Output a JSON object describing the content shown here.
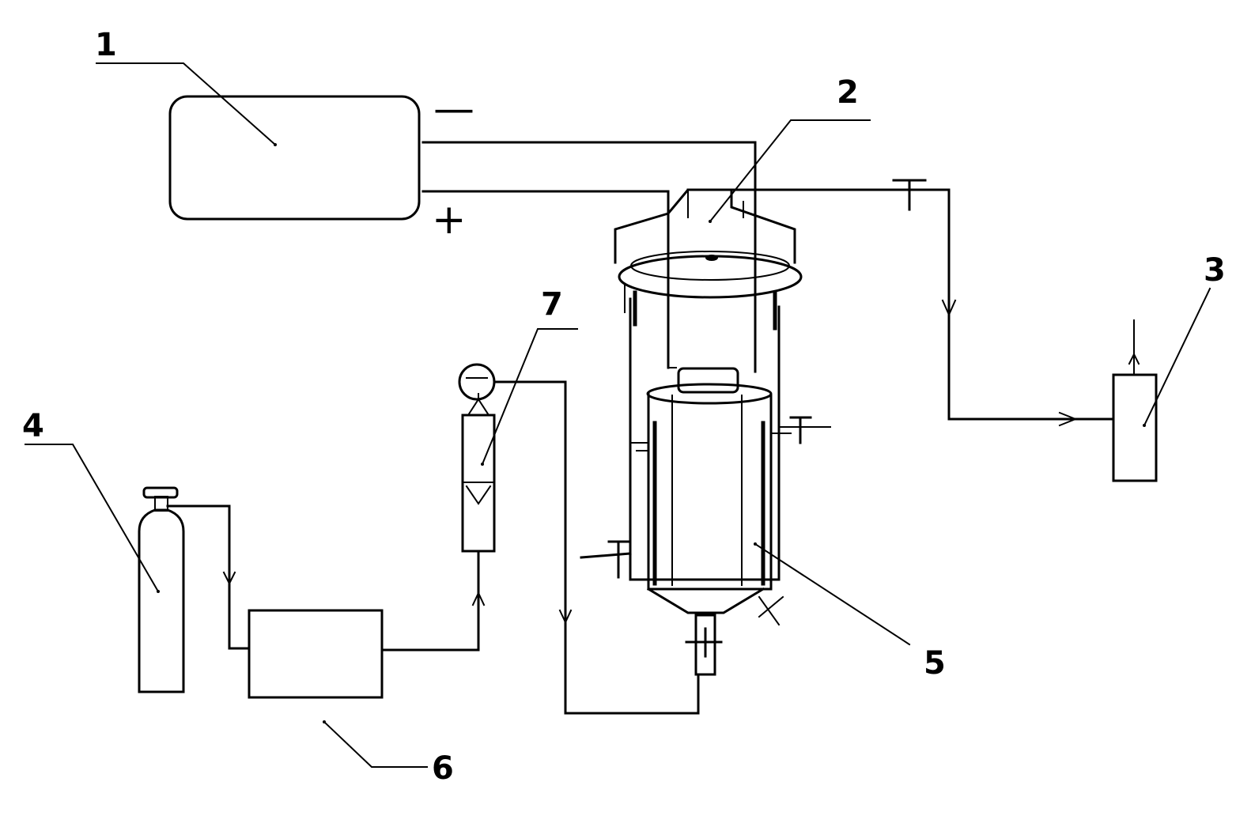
{
  "labels": {
    "l1": "1",
    "l2": "2",
    "l3": "3",
    "l4": "4",
    "l5": "5",
    "l6": "6",
    "l7": "7"
  },
  "polarity": {
    "negative": "—",
    "positive": "+"
  }
}
